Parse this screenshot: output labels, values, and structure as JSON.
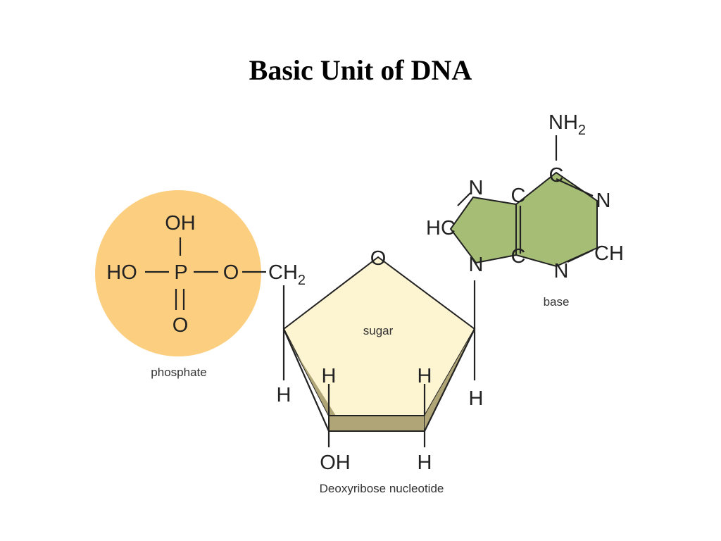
{
  "title": "Basic Unit of DNA",
  "labels": {
    "phosphate": "phosphate",
    "sugar": "sugar",
    "base": "base",
    "caption": "Deoxyribose nucleotide"
  },
  "atoms": {
    "phosphate": {
      "oh_top": "OH",
      "ho_left": "HO",
      "p": "P",
      "o_right": "O",
      "o_bottom": "O",
      "ch2_c": "CH",
      "ch2_sub": "2"
    },
    "sugar": {
      "ring_o": "O",
      "h_left_out": "H",
      "h_inner_left": "H",
      "h_inner_right": "H",
      "h_right_out": "H",
      "oh_bottom": "OH",
      "h_bottom": "H"
    },
    "base": {
      "nh2_n": "NH",
      "nh2_sub": "2",
      "c_top": "C",
      "n_top_left": "N",
      "c_mid_top": "C",
      "n_right": "N",
      "hc_left": "HC",
      "n_bottom_left": "N",
      "c_mid_bottom": "C",
      "n_bottom": "N",
      "ch_right": "CH"
    }
  },
  "colors": {
    "phosphate_fill": "#fccf80",
    "sugar_fill": "#fdf4d2",
    "sugar_side_fill": "#b0a577",
    "base_fill": "#a6bd75"
  }
}
